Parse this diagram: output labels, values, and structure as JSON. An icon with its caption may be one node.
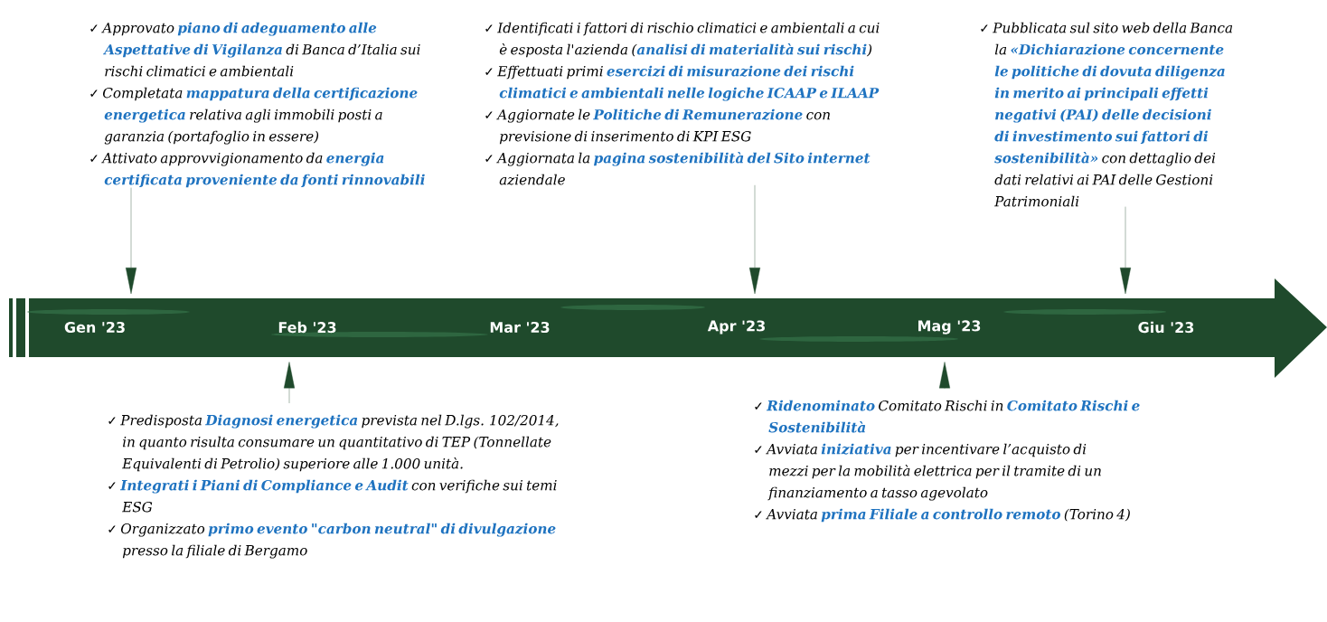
{
  "diagram": {
    "nodes": [
      {
        "text": [
          "✓ Approvato **piano di adeguamento alle Aspettative di Vigilanza** di Banca d’Italia sui rischi climatici e ambientali",
          "✓ Completata **mappatura della certificazione energetica** relativa agli immobili posti a garanzia (portafoglio in essere)",
          "✓ Attivato approvvigionamento da **energia certificata proveniente da fonti rinnovabili**"
        ]
      },
      {
        "text": [
          "✓ Identificati i fattori di rischio climatici e ambientali a cui è esposta l'azienda (**analisi di materialità sui rischi**)",
          "✓ Effettuati primi **esercizi di misurazione dei rischi climatici e ambientali nelle logiche ICAAP e ILAAP**",
          "✓ Aggiornate le **Politiche di Remunerazione** con previsione di inserimento di KPI ESG",
          "✓ Aggiornata la **pagina sostenibilità del Sito internet** aziendale"
        ]
      },
      {
        "text": [
          "✓ Pubblicata sul sito web della Banca la **«Dichiarazione concernente le politiche di dovuta diligenza in merito ai principali effetti negativi (PAI) delle decisioni di investimento sui fattori di sostenibilità»** con dettaglio dei dati relativi ai PAI delle Gestioni Patrimoniali"
        ]
      },
      {
        "text": [
          "Gen '23",
          "Feb '23",
          "Mar '23",
          "Apr '23",
          "Mag '23",
          "Giu '23"
        ]
      },
      {
        "text": [
          "✓ Predisposta **Diagnosi energetica** prevista nel D.lgs. 102/2014, in quanto risulta consumare un quantitativo di TEP (Tonnellate Equivalenti di Petrolio) superiore alle 1.000 unità.",
          "✓ **Integrati i Piani di Compliance e Audit** con verifiche sui temi ESG",
          "✓ Organizzato **primo evento \"carbon neutral\" di divulgazione** presso la filiale di Bergamo"
        ]
      },
      {
        "text": [
          "✓ **Ridenominato** Comitato Rischi in **Comitato Rischi e Sostenibilità**",
          "✓ Avviata **iniziativa** per incentivare l’acquisto di mezzi per la mobilità elettrica per il tramite di un finanziamento a tasso agevolato",
          "✓ Avviata **prima Filiale a controllo remoto** (Torino 4)"
        ]
      }
    ],
    "edges": [
      {
        "from": 0,
        "to": 3,
        "arrow": "to"
      },
      {
        "from": 1,
        "to": 3,
        "arrow": "to"
      },
      {
        "from": 2,
        "to": 3,
        "arrow": "to"
      },
      {
        "from": 4,
        "to": 3,
        "arrow": "to"
      },
      {
        "from": 5,
        "to": 3,
        "arrow": "to"
      }
    ]
  }
}
